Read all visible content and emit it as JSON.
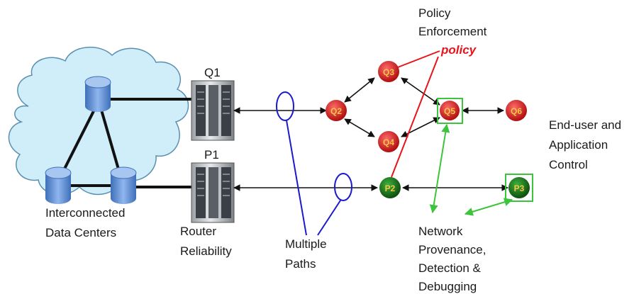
{
  "colors": {
    "cloud_fill": "#cfeefa",
    "cloud_stroke": "#5a8fb0",
    "cylinder": "#5b8fd6",
    "red_node": "#d81e1e",
    "green_node": "#1c7a1c",
    "green_highlight": "#3cc43c",
    "blue_path": "#1a1acc",
    "policy_red": "#e8141b",
    "arrow_black": "#111111"
  },
  "labels": {
    "q1": "Q1",
    "p1": "P1",
    "policy_enforcement_1": "Policy",
    "policy_enforcement_2": "Enforcement",
    "policy": "policy",
    "end_user_1": "End-user and",
    "end_user_2": "Application",
    "end_user_3": "Control",
    "data_centers_1": "Interconnected",
    "data_centers_2": "Data Centers",
    "router_1": "Router",
    "router_2": "Reliability",
    "multiple_1": "Multiple",
    "multiple_2": "Paths",
    "provenance_1": "Network",
    "provenance_2": "Provenance,",
    "provenance_3": "Detection &",
    "provenance_4": "Debugging"
  },
  "nodes": {
    "q2": "Q2",
    "q3": "Q3",
    "q4": "Q4",
    "q5": "Q5",
    "q6": "Q6",
    "p2": "P2",
    "p3": "P3"
  },
  "icons": {
    "router": "router-rack-icon",
    "database": "database-cylinder-icon",
    "cloud": "cloud-icon"
  }
}
